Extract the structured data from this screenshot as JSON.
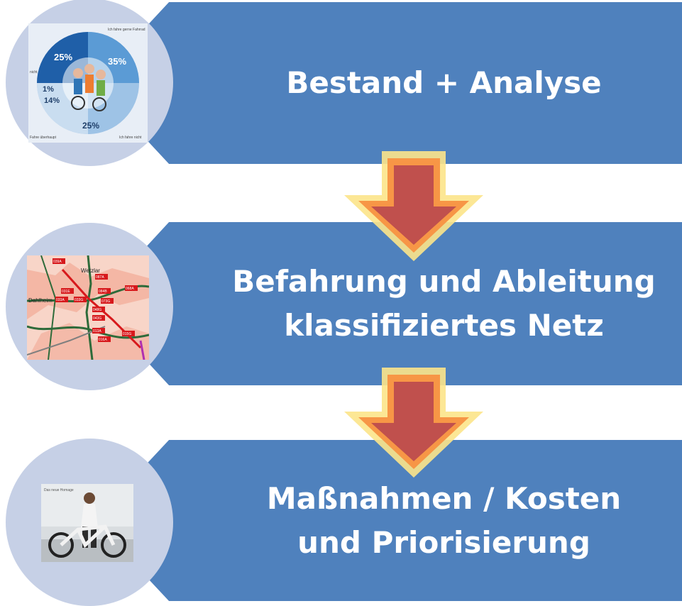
{
  "steps": [
    {
      "title": "Bestand + Analyse",
      "thumbnail": "bicycle-survey-pie-chart"
    },
    {
      "title": "Befahrung und Ableitung\nklassifiziertes Netz",
      "thumbnail": "road-network-map"
    },
    {
      "title": "Maßnahmen / Kosten\nund Priorisierung",
      "thumbnail": "e-bike-photo"
    }
  ],
  "pie_thumbnail": {
    "percentages": [
      "25%",
      "35%",
      "25%",
      "14%",
      "1%"
    ],
    "labels": [
      "Ich fahre gerne Fahrrad",
      "Ich fahre nicht",
      "Fahre überhaupt",
      "nicht"
    ]
  },
  "map_thumbnail": {
    "places": [
      "Wetzlar",
      "Dahlheim"
    ],
    "node_codes": [
      "039A",
      "087A",
      "084B",
      "068A",
      "031E",
      "033A",
      "033G",
      "073G",
      "048G",
      "043G",
      "013A",
      "016A",
      "015G"
    ]
  },
  "photo_thumbnail": {
    "caption": "Das neue Homage"
  },
  "colors": {
    "banner": "#4f81bd",
    "circle": "#c6d0e6",
    "arrow_fill": "#c0504d",
    "arrow_glow": "#f79646",
    "arrow_outer": "#fce48a",
    "text": "#ffffff"
  }
}
